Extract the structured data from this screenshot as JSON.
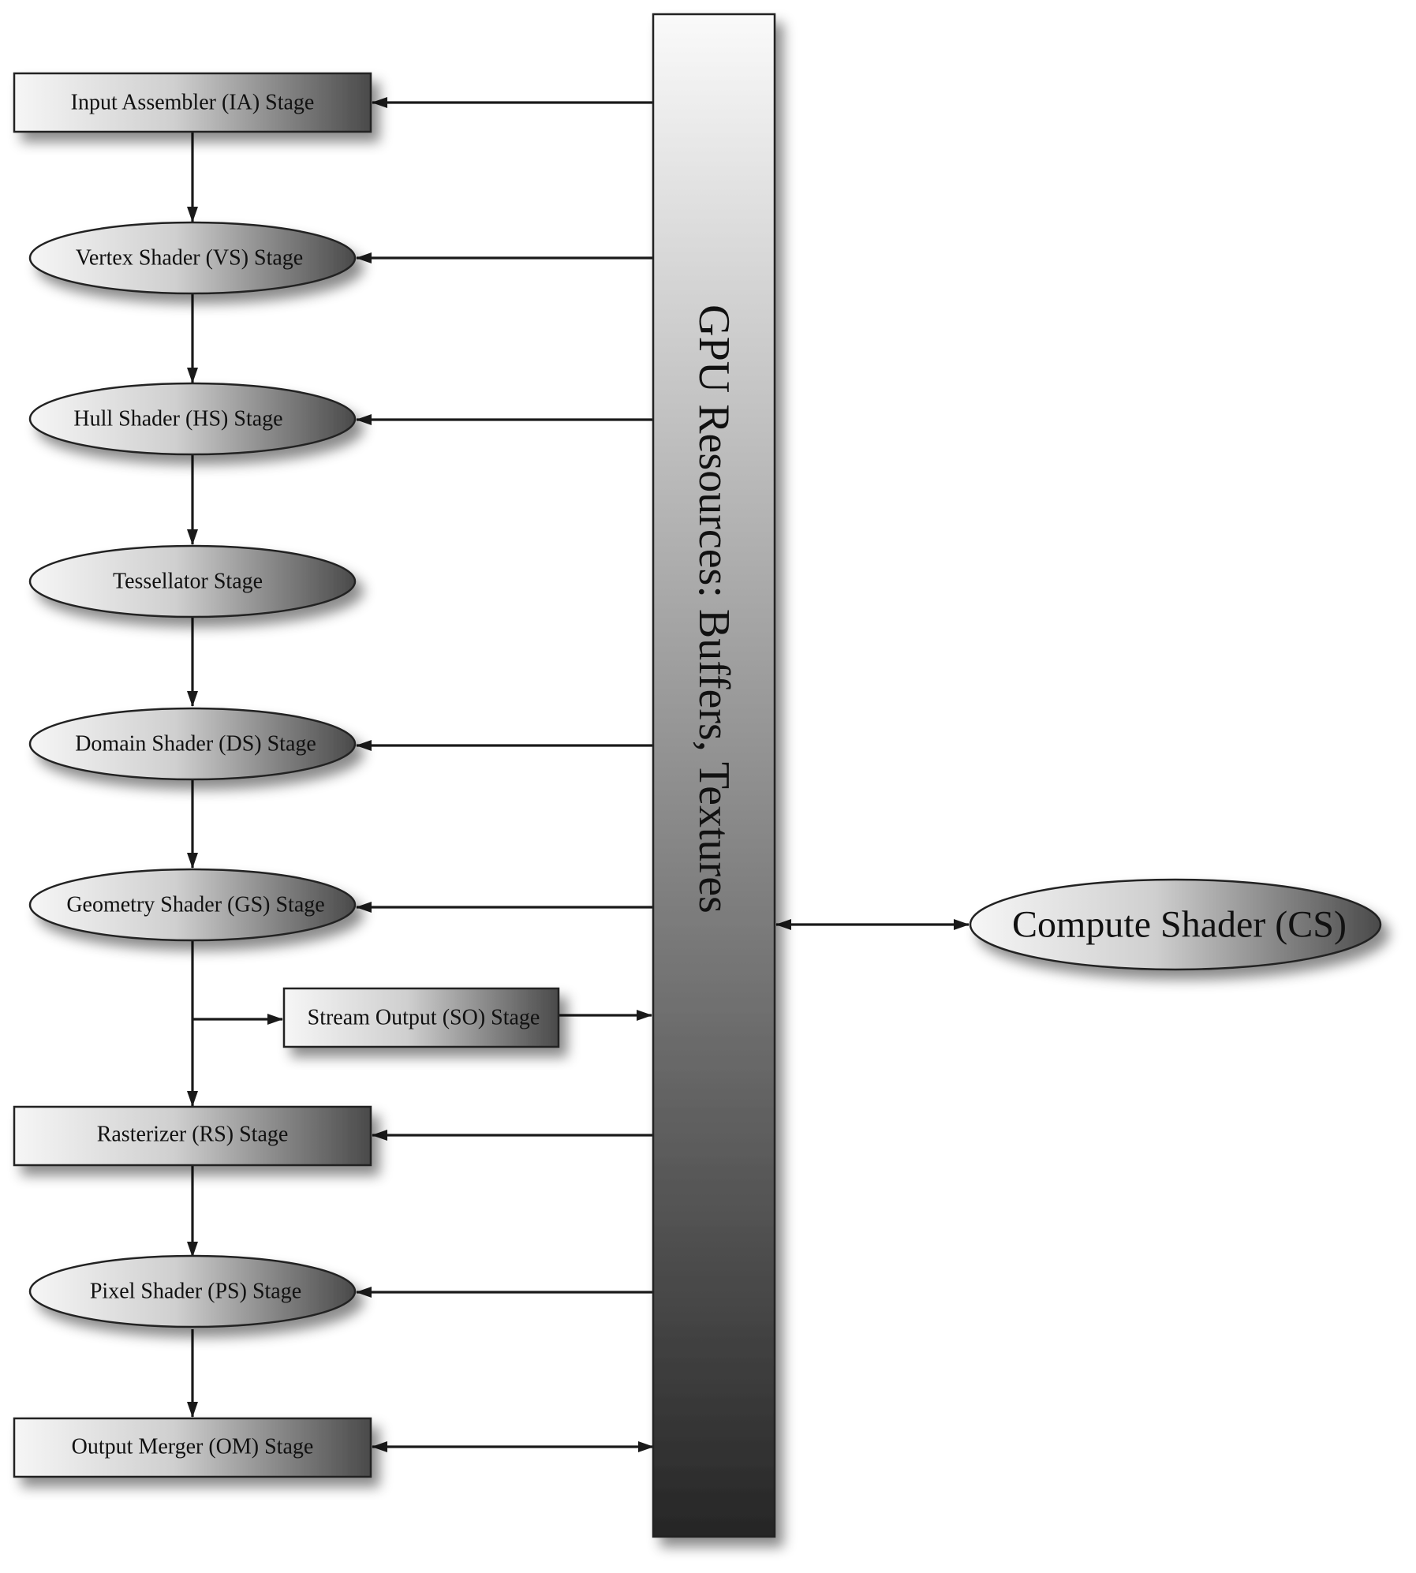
{
  "gpu_resources": {
    "label": "GPU Resources: Buffers, Textures"
  },
  "compute_shader": {
    "label": "Compute Shader (CS)"
  },
  "stages": [
    {
      "id": "ia",
      "label": "Input Assembler (IA) Stage",
      "shape": "rect"
    },
    {
      "id": "vs",
      "label": "Vertex Shader (VS) Stage",
      "shape": "ellipse"
    },
    {
      "id": "hs",
      "label": "Hull Shader (HS) Stage",
      "shape": "ellipse"
    },
    {
      "id": "ts",
      "label": "Tessellator Stage",
      "shape": "ellipse"
    },
    {
      "id": "ds",
      "label": "Domain Shader (DS) Stage",
      "shape": "ellipse"
    },
    {
      "id": "gs",
      "label": "Geometry Shader (GS) Stage",
      "shape": "ellipse"
    },
    {
      "id": "so",
      "label": "Stream Output (SO) Stage",
      "shape": "rect"
    },
    {
      "id": "rs",
      "label": "Rasterizer (RS) Stage",
      "shape": "rect"
    },
    {
      "id": "ps",
      "label": "Pixel Shader (PS) Stage",
      "shape": "ellipse"
    },
    {
      "id": "om",
      "label": "Output Merger (OM) Stage",
      "shape": "rect"
    }
  ],
  "edges": [
    {
      "from": "ia",
      "to": "vs"
    },
    {
      "from": "vs",
      "to": "hs"
    },
    {
      "from": "hs",
      "to": "ts"
    },
    {
      "from": "ts",
      "to": "ds"
    },
    {
      "from": "ds",
      "to": "gs"
    },
    {
      "from": "gs",
      "to": "rs"
    },
    {
      "from": "gs",
      "to": "so"
    },
    {
      "from": "so",
      "to": "gpu_resources"
    },
    {
      "from": "rs",
      "to": "ps"
    },
    {
      "from": "ps",
      "to": "om"
    },
    {
      "from": "gpu_resources",
      "to": "ia"
    },
    {
      "from": "gpu_resources",
      "to": "vs"
    },
    {
      "from": "gpu_resources",
      "to": "hs"
    },
    {
      "from": "gpu_resources",
      "to": "ds"
    },
    {
      "from": "gpu_resources",
      "to": "gs"
    },
    {
      "from": "gpu_resources",
      "to": "rs"
    },
    {
      "from": "gpu_resources",
      "to": "ps"
    },
    {
      "from": "gpu_resources",
      "to": "om",
      "bidirectional": true
    },
    {
      "from": "gpu_resources",
      "to": "compute_shader",
      "bidirectional": true
    }
  ]
}
